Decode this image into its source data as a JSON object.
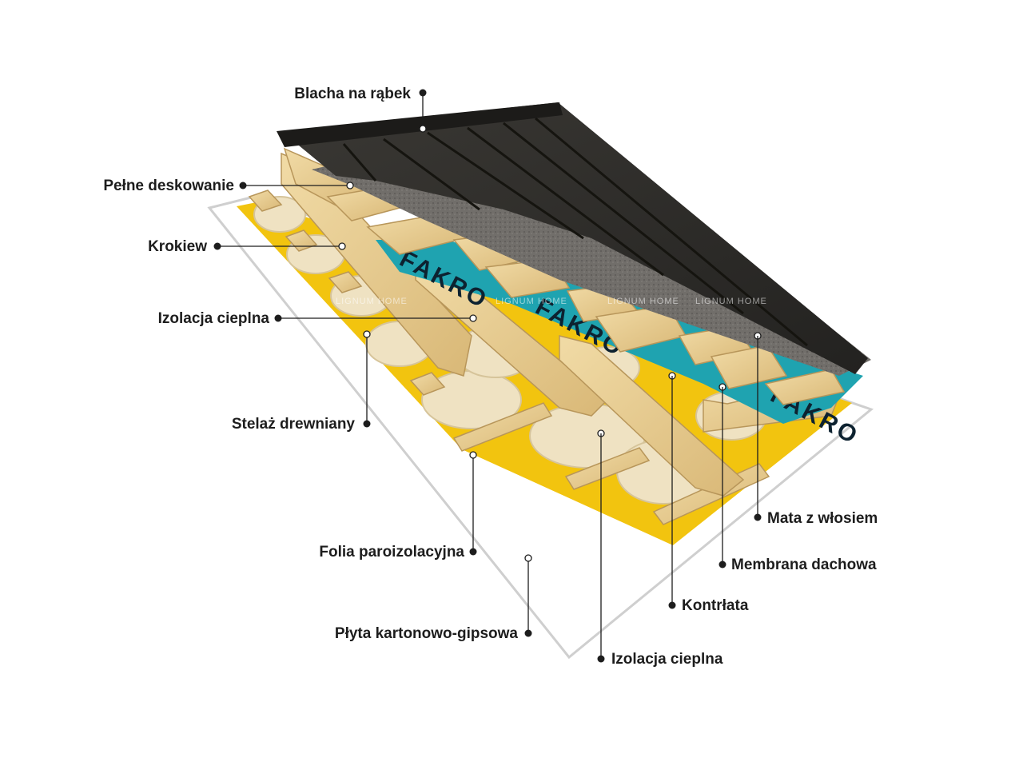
{
  "labels": {
    "standing_seam_sheet": "Blacha na rąbek",
    "full_boarding": "Pełne deskowanie",
    "rafter": "Krokiew",
    "thermal_insulation_top": "Izolacja cieplna",
    "wooden_frame": "Stelaż drewniany",
    "vapour_barrier": "Folia paroizolacyjna",
    "plasterboard": "Płyta kartonowo-gipsowa",
    "thermal_insulation_bottom": "Izolacja cieplna",
    "counter_batten": "Kontrłata",
    "roof_membrane": "Membrana dachowa",
    "mat_with_fleece": "Mata z włosiem"
  },
  "membrane_brand": [
    "FAKRO",
    "FAKRO",
    "FAKRO"
  ],
  "watermark": [
    "LIGNUM HOME",
    "LIGNUM HOME",
    "LIGNUM HOME",
    "LIGNUM HOME"
  ],
  "colors": {
    "metal_sheet": "#2e2c29",
    "underlay_mat": "#6b6864",
    "membrane": "#1fa3b0",
    "wood": "#e5c98f",
    "insulation": "#efe2c2",
    "vapour_barrier": "#f2c40f",
    "plasterboard": "#ffffff"
  }
}
